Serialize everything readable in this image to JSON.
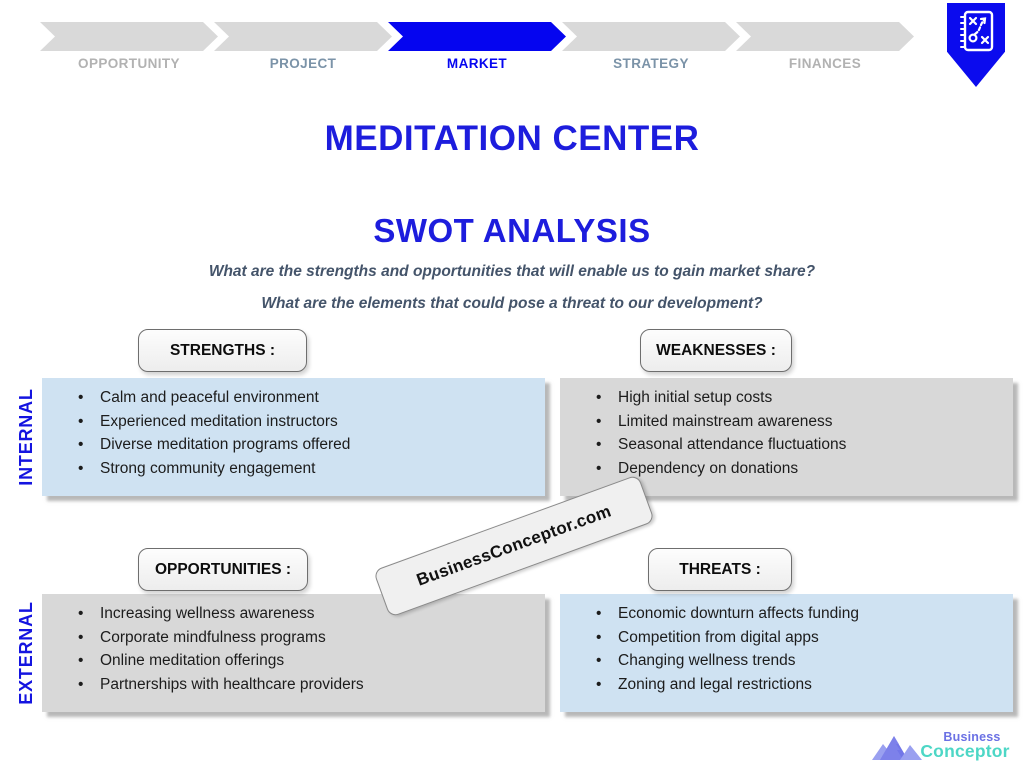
{
  "stepper": {
    "steps": [
      {
        "label": "OPPORTUNITY",
        "active": false
      },
      {
        "label": "PROJECT",
        "active": false
      },
      {
        "label": "MARKET",
        "active": true
      },
      {
        "label": "STRATEGY",
        "active": false
      },
      {
        "label": "FINANCES",
        "active": false
      }
    ]
  },
  "header": {
    "title": "MEDITATION CENTER",
    "subtitle": "SWOT ANALYSIS",
    "question1": "What are the strengths and opportunities that will enable us to gain market share?",
    "question2": "What are the elements that could pose a threat to our development?"
  },
  "axis_labels": {
    "internal": "INTERNAL",
    "external": "EXTERNAL"
  },
  "quadrants": [
    {
      "id": "strengths",
      "title": "STRENGTHS :",
      "style": "blue",
      "items": [
        "Calm and peaceful environment",
        "Experienced meditation instructors",
        "Diverse meditation programs offered",
        "Strong community engagement"
      ]
    },
    {
      "id": "weaknesses",
      "title": "WEAKNESSES :",
      "style": "gray",
      "items": [
        "High initial setup costs",
        "Limited mainstream awareness",
        "Seasonal attendance fluctuations",
        "Dependency on donations"
      ]
    },
    {
      "id": "opportunities",
      "title": "OPPORTUNITIES :",
      "style": "gray",
      "items": [
        "Increasing wellness awareness",
        "Corporate mindfulness programs",
        "Online meditation offerings",
        "Partnerships with healthcare providers"
      ]
    },
    {
      "id": "threats",
      "title": "THREATS :",
      "style": "blue",
      "items": [
        "Economic downturn affects funding",
        "Competition from digital apps",
        "Changing wellness trends",
        "Zoning and legal restrictions"
      ]
    }
  ],
  "watermark": {
    "text": "BusinessConceptor.com"
  },
  "logo": {
    "line1": "Business",
    "line2": "Conceptor"
  },
  "colors": {
    "accent_blue": "#1d1ddd",
    "chevron_blue": "#0505f0",
    "chevron_gray": "#d9d9d9",
    "quadrant_light_blue": "#cfe2f2",
    "quadrant_gray": "#d8d8d8",
    "question_slate": "#44546a",
    "step_muted": "#b2b2b2",
    "step_slate": "#7b93a8",
    "logo_purple": "#6b71e4",
    "logo_teal": "#4dd7c6"
  }
}
